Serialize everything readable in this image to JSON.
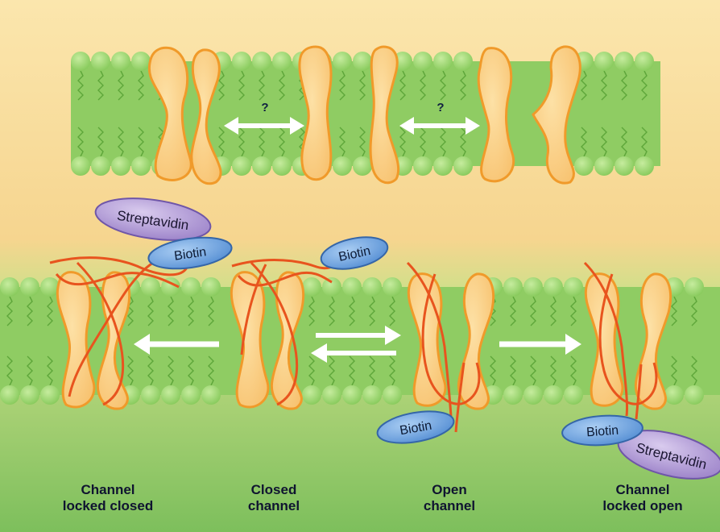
{
  "top_row": {
    "question_left": "?",
    "question_right": "?"
  },
  "molecules": {
    "streptavidin_top": "Streptavidin",
    "biotin_top_left": "Biotin",
    "biotin_top_right": "Biotin",
    "biotin_bottom_left": "Biotin",
    "biotin_bottom_right": "Biotin",
    "streptavidin_bottom": "Streptavidin"
  },
  "captions": {
    "locked_closed": "Channel\nlocked closed",
    "closed": "Closed\nchannel",
    "open": "Open\nchannel",
    "locked_open": "Channel\nlocked open"
  },
  "colors": {
    "background_upper": "#f9dd9e",
    "background_lower": "#7dbf5c",
    "membrane": "#8fcc63",
    "lipid_head": "#9bd46e",
    "protein_fill": "#f8c777",
    "protein_edge": "#f09a2a",
    "tether": "#e8541e",
    "biotin": "#5a96d8",
    "streptavidin": "#a488cf",
    "arrow": "#ffffff"
  }
}
